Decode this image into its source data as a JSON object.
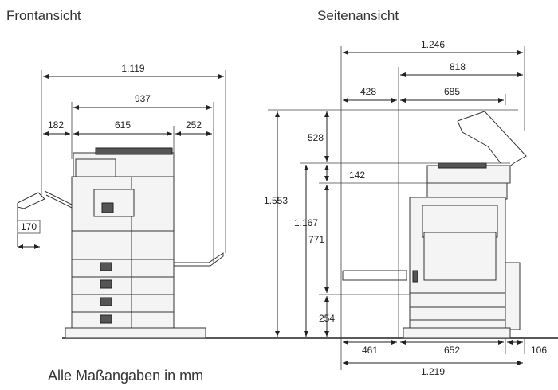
{
  "titles": {
    "front": "Frontansicht",
    "side": "Seitenansicht",
    "note": "Alle Maßangaben in mm"
  },
  "front_dims": {
    "total_width": "1.119",
    "width_937": "937",
    "left_182": "182",
    "body_615": "615",
    "right_252": "252",
    "tray_170": "170"
  },
  "side_dims": {
    "total_1246": "1.246",
    "width_818": "818",
    "left_428": "428",
    "body_685": "685",
    "height_1553": "1.553",
    "height_1167": "1.167",
    "height_528": "528",
    "height_142": "142",
    "height_771": "771",
    "height_254": "254",
    "bottom_461": "461",
    "bottom_652": "652",
    "bottom_106": "106",
    "bottom_1219": "1.219"
  }
}
